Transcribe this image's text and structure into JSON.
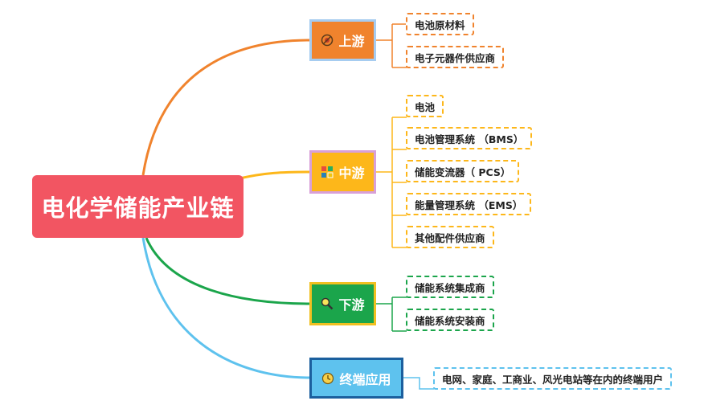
{
  "root": {
    "label": "电化学储能产业链",
    "color": "#F25562"
  },
  "branches": [
    {
      "label": "上游",
      "icon": "gear-icon",
      "color": "#F0832D",
      "border": "#A6CCF0",
      "items": [
        "电池原材料",
        "电子元器件供应商"
      ]
    },
    {
      "label": "中游",
      "icon": "puzzle-icon",
      "color": "#FDB71A",
      "border": "#D8A0D8",
      "items": [
        "电池",
        "电池管理系统 （BMS）",
        "储能变流器（ PCS）",
        "能量管理系统 （EMS）",
        "其他配件供应商"
      ]
    },
    {
      "label": "下游",
      "icon": "magnifier-icon",
      "color": "#1BA54B",
      "border": "#F0C020",
      "items": [
        "储能系统集成商",
        "储能系统安装商"
      ]
    },
    {
      "label": "终端应用",
      "icon": "clock-icon",
      "color": "#5EC2EE",
      "border": "#1B5F9E",
      "items": [
        "电网、家庭、工商业、风光电站等在内的终端用户"
      ]
    }
  ]
}
